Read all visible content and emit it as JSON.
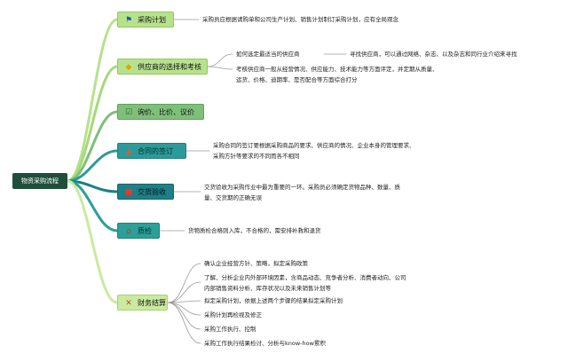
{
  "root": {
    "label": "物资采购流程"
  },
  "nodes": [
    {
      "label": "采购计划",
      "icon": "flag-icon"
    },
    {
      "label": "供应商的选择和考核",
      "icon": "star-icon"
    },
    {
      "label": "询价、比价、议价",
      "icon": "checkbox-icon"
    },
    {
      "label": "合同的签订",
      "icon": "contract-icon"
    },
    {
      "label": "交货验收",
      "icon": "stop-icon"
    },
    {
      "label": "质检",
      "icon": "house-icon"
    },
    {
      "label": "财务结算",
      "icon": "tools-icon"
    }
  ],
  "details": {
    "plan": "采购员应根据请购单和公司生产计划、销售计划制订采购计划，应有全局观念",
    "supplier_question": "如何选定最适当的供应商",
    "supplier_find": "寻找供应商，可以通过网络、杂志、以及杂志和同行业介绍来寻找",
    "supplier_eval_1": "考核供应商一般从经营情况、供应能力、技术能力等方面评定，并定期从质量、",
    "supplier_eval_2": "运货、价格、迪期率、是否配合等方面综合打分",
    "contract_1": "采购合同的签订要根据采购商品的要求、供应商的情况、企业本身的管理要求、",
    "contract_2": "采购方针等要求的不同而各不相同",
    "delivery_1": "交货验收为采购作业中最为重要的一环。采购员必须确定货物品种、数量、质",
    "delivery_2": "量、交货期的正确无误",
    "qc": "货物质检合格则入库，不合格的，需安排补救和退货",
    "finance": [
      "确认企业经营方针、策略，拟定采购政策",
      "了解、分析企业内外部环境因素，含商品动态、竞争者分析、消费者动向、公司",
      "内部销售资料分析、库存状况以及未来销售计划等",
      "拟定采购计划，依据上述两个步骤的结果拟定采购计划",
      "采购计划再检视及修正",
      "采购工作执行、控制",
      "采购工作执行结果检讨、分析与know-how累积"
    ]
  }
}
